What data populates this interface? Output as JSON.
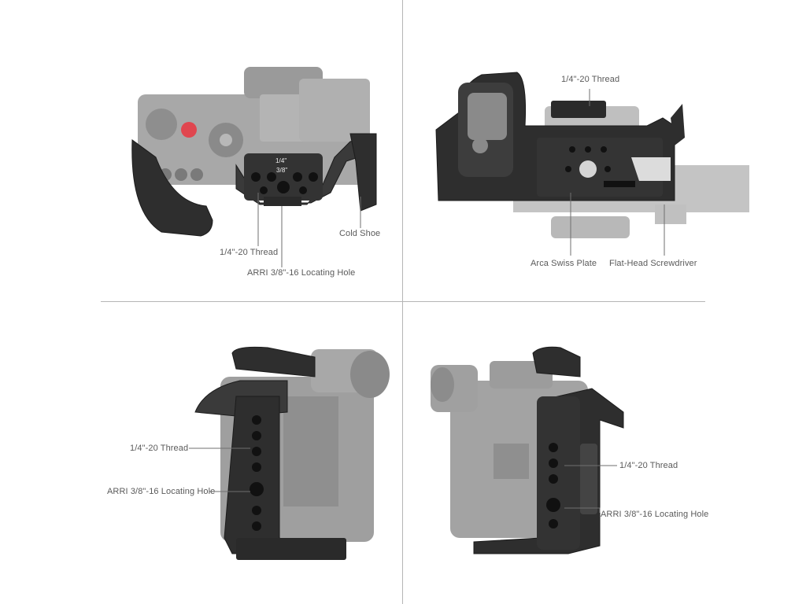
{
  "panels": {
    "top_view": {
      "labels": {
        "cold_shoe": "Cold Shoe",
        "quarter_thread": "1/4\"-20 Thread",
        "arri_hole": "ARRI 3/8\"-16 Locating Hole"
      },
      "printed": {
        "mark_quarter": "1/4\"",
        "mark_three_eighths": "3/8\""
      }
    },
    "front_view": {
      "labels": {
        "quarter_thread": "1/4\"-20 Thread",
        "arca_plate": "Arca Swiss Plate",
        "screwdriver": "Flat-Head Screwdriver"
      }
    },
    "left_view": {
      "labels": {
        "quarter_thread": "1/4\"-20 Thread",
        "arri_hole": "ARRI 3/8\"-16 Locating Hole"
      }
    },
    "right_view": {
      "labels": {
        "quarter_thread": "1/4\"-20 Thread",
        "arri_hole": "ARRI 3/8\"-16 Locating Hole"
      }
    }
  },
  "colors": {
    "cage": "#2e2e2e",
    "cage_edge": "#1c1c1c",
    "camera_body": "#9a9a9a",
    "camera_light": "#c9c9c9",
    "divider": "#b5b5b5",
    "label_text": "#5a5a5a",
    "accent_red": "#e0464f"
  }
}
